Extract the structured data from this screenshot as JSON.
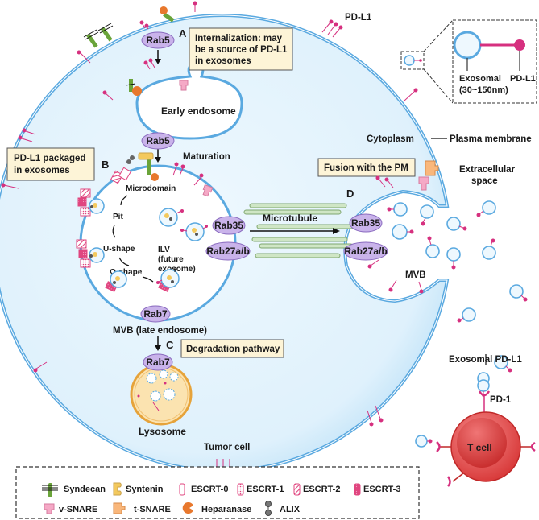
{
  "colors": {
    "membrane": "#5aa9e0",
    "cytoplasm": "#dff1fc",
    "cytoplasm_edge": "#b9ddf5",
    "pdl1": "#d6307f",
    "rab_fill": "#c9b3ea",
    "rab_stroke": "#8a6bbf",
    "box_fill": "#fdf4d7",
    "syndecan": "#6aa43a",
    "syntenin": "#f3c95e",
    "heparanase": "#e8782d",
    "escrt": "#e0457f",
    "vsnare": "#f5a9c6",
    "tsnare": "#f9b77b",
    "alix": "#666666",
    "microtubule": "#cfe6c5",
    "microtubule_edge": "#7ea66e",
    "lysosome": "#fbe3b0",
    "lysosome_edge": "#e6a33a",
    "tcell": "#e84b4b",
    "tcell_inner": "#d93a3a"
  },
  "labels": {
    "pdl1_top": "PD-L1",
    "cytoplasm": "Cytoplasm",
    "plasma_membrane": "Plasma membrane",
    "extracellular_space_1": "Extracellular",
    "extracellular_space_2": "space",
    "early_endosome": "Early endosome",
    "maturation": "Maturation",
    "microdomain": "Microdomain",
    "pit": "Pit",
    "u_shape": "U-shape",
    "omega_shape": "Ω-shape",
    "ilv_1": "ILV",
    "ilv_2": "(future",
    "ilv_3": "exosome)",
    "mvb_late": "MVB (late endosome)",
    "microtubule": "Microtubule",
    "mvb": "MVB",
    "lysosome": "Lysosome",
    "tumor_cell": "Tumor cell",
    "exosomal_pdl1": "Exosomal PD-L1",
    "pd1": "PD-1",
    "t_cell": "T cell",
    "step_a": "A",
    "step_b": "B",
    "step_c": "C",
    "step_d": "D"
  },
  "rabs": {
    "rab5_top": "Rab5",
    "rab5_mid": "Rab5",
    "rab35_left": "Rab35",
    "rab27_left": "Rab27a/b",
    "rab7_mvb": "Rab7",
    "rab7_lys": "Rab7",
    "rab35_right": "Rab35",
    "rab27_right": "Rab27a/b"
  },
  "boxes": {
    "internalization": [
      "Internalization: may",
      "be a source of PD-L1",
      "in exosomes"
    ],
    "packaged": [
      "PD-L1 packaged",
      "in exosomes"
    ],
    "fusion": "Fusion with the PM",
    "degradation": "Degradation pathway"
  },
  "inset": {
    "exosomal_1": "Exosomal",
    "exosomal_2": "(30~150nm)",
    "pdl1": "PD-L1"
  },
  "legend": {
    "items": [
      {
        "icon": "syndecan-icon",
        "label": "Syndecan"
      },
      {
        "icon": "syntenin-icon",
        "label": "Syntenin"
      },
      {
        "icon": "escrt0-icon",
        "label": "ESCRT-0"
      },
      {
        "icon": "escrt1-icon",
        "label": "ESCRT-1"
      },
      {
        "icon": "escrt2-icon",
        "label": "ESCRT-2"
      },
      {
        "icon": "escrt3-icon",
        "label": "ESCRT-3"
      },
      {
        "icon": "vsnare-icon",
        "label": "v-SNARE"
      },
      {
        "icon": "tsnare-icon",
        "label": "t-SNARE"
      },
      {
        "icon": "heparanase-icon",
        "label": "Heparanase"
      },
      {
        "icon": "alix-icon",
        "label": "ALIX"
      }
    ]
  }
}
